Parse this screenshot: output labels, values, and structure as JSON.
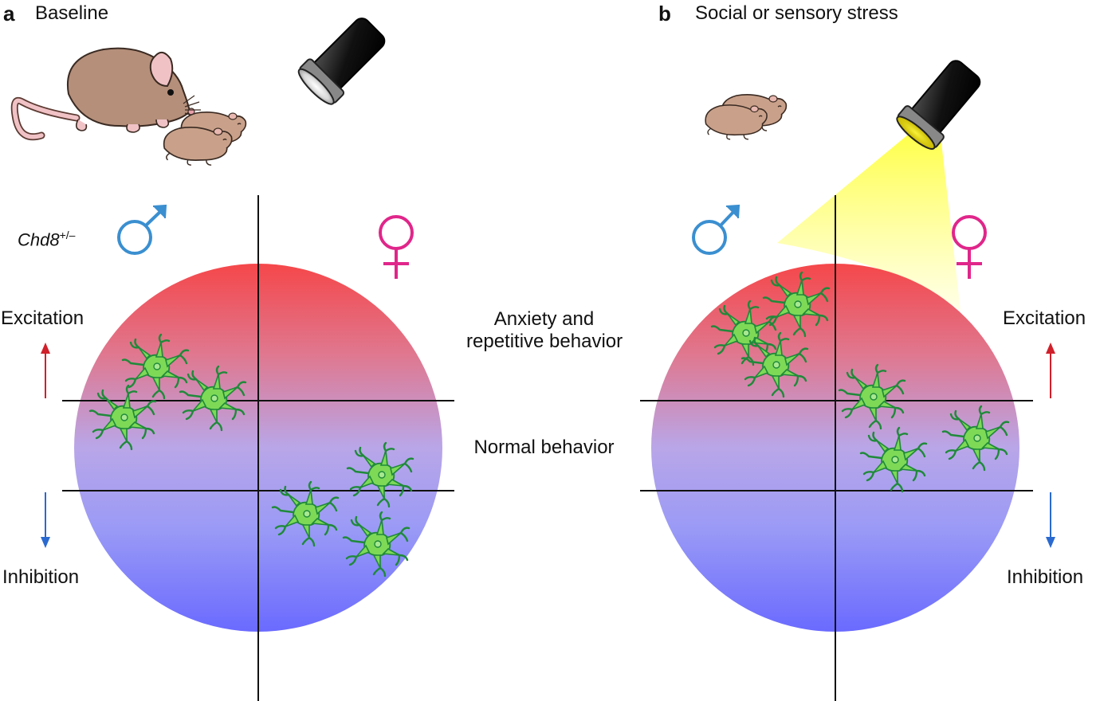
{
  "panel_a": {
    "letter": "a",
    "title": "Baseline",
    "genotype": "Chd8",
    "genotype_superscript": "+/–",
    "excitation_label": "Excitation",
    "inhibition_label": "Inhibition",
    "male_symbol": "♂",
    "female_symbol": "♀"
  },
  "panel_b": {
    "letter": "b",
    "title": "Social or sensory stress",
    "excitation_label": "Excitation",
    "inhibition_label": "Inhibition",
    "male_symbol": "♂",
    "female_symbol": "♀"
  },
  "center_labels": {
    "anxiety_line1": "Anxiety and",
    "anxiety_line2": "repetitive behavior",
    "normal": "Normal behavior"
  },
  "colors": {
    "excitation_red": "#f04a4a",
    "inhibition_blue": "#6a6aff",
    "male_blue": "#3a8fd0",
    "female_magenta": "#e0268a",
    "cell_green": "#7ed957",
    "light_yellow": "#fff36a",
    "arrow_red": "#d0202a",
    "arrow_blue": "#2a6ad0"
  }
}
